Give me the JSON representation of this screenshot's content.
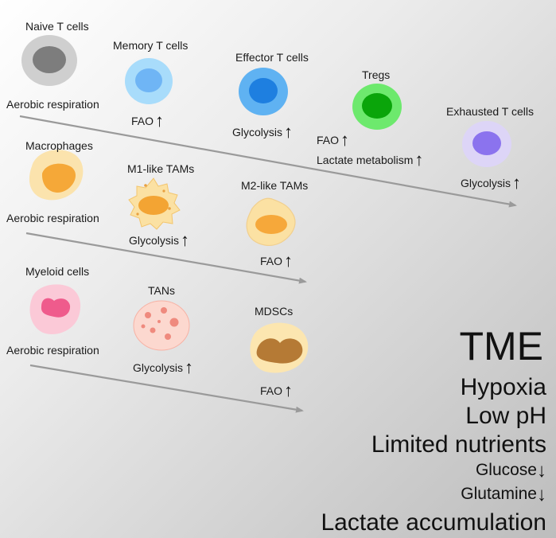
{
  "cells": {
    "naive_t": "Naive T cells",
    "memory_t": "Memory T cells",
    "effector_t": "Effector T cells",
    "tregs": "Tregs",
    "exhausted_t": "Exhausted T cells",
    "macrophages": "Macrophages",
    "m1_tams": "M1-like TAMs",
    "m2_tams": "M2-like TAMs",
    "myeloid": "Myeloid cells",
    "tans": "TANs",
    "mdscs": "MDSCs"
  },
  "metabolism": {
    "aerobic": "Aerobic respiration",
    "fao": "FAO",
    "glycolysis": "Glycolysis",
    "lactate": "Lactate metabolism",
    "up_arrow": "↑",
    "down_arrow": "↓"
  },
  "tme": {
    "title": "TME",
    "hypoxia": "Hypoxia",
    "low_ph": "Low pH",
    "nutrients": "Limited nutrients",
    "glucose": "Glucose",
    "glutamine": "Glutamine",
    "lactate": "Lactate accumulation"
  },
  "colors": {
    "arrow": "#9a9a9a",
    "naive": "#9e9e9e",
    "memory": "#5aaaf5",
    "effector": "#1c7fe3",
    "tregs": "#14b814",
    "exhausted": "#8f7cf0",
    "macrophage": "#f5a623",
    "myeloid": "#ef5f8f",
    "tans": "#ee8a80",
    "mdscs": "#b07a35"
  },
  "icons": [
    "up-arrow-icon",
    "down-arrow-icon"
  ]
}
